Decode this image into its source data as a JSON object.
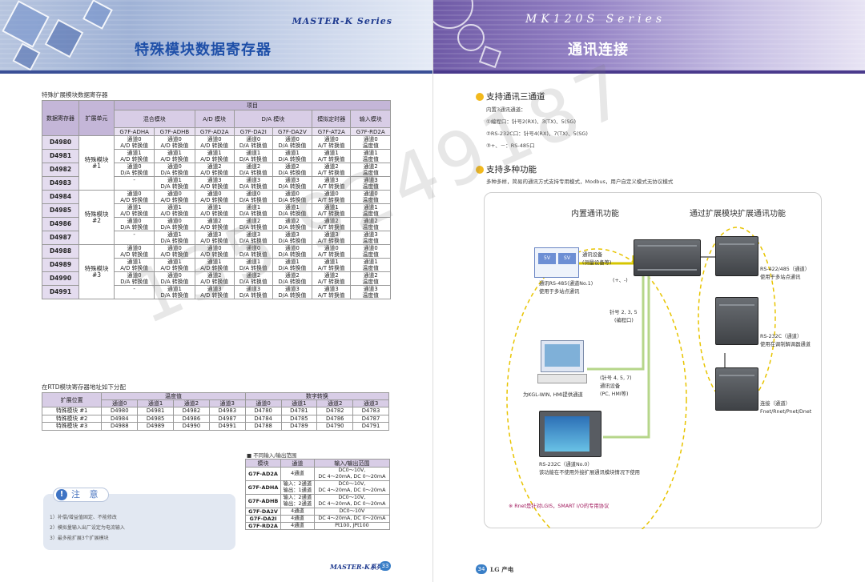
{
  "left": {
    "brand": "MASTER-K Series",
    "title": "特殊模块数据寄存器",
    "table1_caption": "特殊扩展模块数据寄存器",
    "table1": {
      "col_register": "数据寄存器",
      "col_unit": "扩展单元",
      "col_item": "项目",
      "groups": [
        "混合模块",
        "A/D 模块",
        "D/A 模块",
        "模拟定时器",
        "输入模块"
      ],
      "models": [
        "G7F-ADHA",
        "G7F-ADHB",
        "G7F-AD2A",
        "G7F-DA2I",
        "G7F-DA2V",
        "G7F-AT2A",
        "G7F-RD2A"
      ],
      "units": [
        "特殊模块\n#1",
        "特殊模块\n#2",
        "特殊模块\n#3"
      ],
      "rows": [
        {
          "reg": "D4980",
          "cells": [
            [
              "通道0",
              "A/D 转换值"
            ],
            [
              "通道0",
              "A/D 转换值"
            ],
            [
              "通道0",
              "A/D 转换值"
            ],
            [
              "通道0",
              "D/A 转换值"
            ],
            [
              "通道0",
              "D/A 转换值"
            ],
            [
              "通道0",
              "A/T 转换值"
            ],
            [
              "通道0",
              "温度值"
            ]
          ]
        },
        {
          "reg": "D4981",
          "cells": [
            [
              "通道1",
              "A/D 转换值"
            ],
            [
              "通道1",
              "A/D 转换值"
            ],
            [
              "通道1",
              "A/D 转换值"
            ],
            [
              "通道1",
              "D/A 转换值"
            ],
            [
              "通道1",
              "D/A 转换值"
            ],
            [
              "通道1",
              "A/T 转换值"
            ],
            [
              "通道1",
              "温度值"
            ]
          ]
        },
        {
          "reg": "D4982",
          "cells": [
            [
              "通道0",
              "D/A 转换值"
            ],
            [
              "通道0",
              "D/A 转换值"
            ],
            [
              "通道2",
              "A/D 转换值"
            ],
            [
              "通道2",
              "D/A 转换值"
            ],
            [
              "通道2",
              "D/A 转换值"
            ],
            [
              "通道2",
              "A/T 转换值"
            ],
            [
              "通道2",
              "温度值"
            ]
          ]
        },
        {
          "reg": "D4983",
          "cells": [
            [
              "-",
              ""
            ],
            [
              "通道1",
              "D/A 转换值"
            ],
            [
              "通道3",
              "A/D 转换值"
            ],
            [
              "通道3",
              "D/A 转换值"
            ],
            [
              "通道3",
              "D/A 转换值"
            ],
            [
              "通道3",
              "A/T 转换值"
            ],
            [
              "通道3",
              "温度值"
            ]
          ]
        },
        {
          "reg": "D4984",
          "cells": [
            [
              "通道0",
              "A/D 转换值"
            ],
            [
              "通道0",
              "A/D 转换值"
            ],
            [
              "通道0",
              "A/D 转换值"
            ],
            [
              "通道0",
              "D/A 转换值"
            ],
            [
              "通道0",
              "D/A 转换值"
            ],
            [
              "通道0",
              "A/T 转换值"
            ],
            [
              "通道0",
              "温度值"
            ]
          ]
        },
        {
          "reg": "D4985",
          "cells": [
            [
              "通道1",
              "A/D 转换值"
            ],
            [
              "通道1",
              "A/D 转换值"
            ],
            [
              "通道1",
              "A/D 转换值"
            ],
            [
              "通道1",
              "D/A 转换值"
            ],
            [
              "通道1",
              "D/A 转换值"
            ],
            [
              "通道1",
              "A/T 转换值"
            ],
            [
              "通道1",
              "温度值"
            ]
          ]
        },
        {
          "reg": "D4986",
          "cells": [
            [
              "通道0",
              "D/A 转换值"
            ],
            [
              "通道0",
              "D/A 转换值"
            ],
            [
              "通道2",
              "A/D 转换值"
            ],
            [
              "通道2",
              "D/A 转换值"
            ],
            [
              "通道2",
              "D/A 转换值"
            ],
            [
              "通道2",
              "A/T 转换值"
            ],
            [
              "通道2",
              "温度值"
            ]
          ]
        },
        {
          "reg": "D4987",
          "cells": [
            [
              "-",
              ""
            ],
            [
              "通道1",
              "D/A 转换值"
            ],
            [
              "通道3",
              "A/D 转换值"
            ],
            [
              "通道3",
              "D/A 转换值"
            ],
            [
              "通道3",
              "D/A 转换值"
            ],
            [
              "通道3",
              "A/T 转换值"
            ],
            [
              "通道3",
              "温度值"
            ]
          ]
        },
        {
          "reg": "D4988",
          "cells": [
            [
              "通道0",
              "A/D 转换值"
            ],
            [
              "通道0",
              "A/D 转换值"
            ],
            [
              "通道0",
              "A/D 转换值"
            ],
            [
              "通道0",
              "D/A 转换值"
            ],
            [
              "通道0",
              "D/A 转换值"
            ],
            [
              "通道0",
              "A/T 转换值"
            ],
            [
              "通道0",
              "温度值"
            ]
          ]
        },
        {
          "reg": "D4989",
          "cells": [
            [
              "通道1",
              "A/D 转换值"
            ],
            [
              "通道1",
              "A/D 转换值"
            ],
            [
              "通道1",
              "A/D 转换值"
            ],
            [
              "通道1",
              "D/A 转换值"
            ],
            [
              "通道1",
              "D/A 转换值"
            ],
            [
              "通道1",
              "A/T 转换值"
            ],
            [
              "通道1",
              "温度值"
            ]
          ]
        },
        {
          "reg": "D4990",
          "cells": [
            [
              "通道0",
              "D/A 转换值"
            ],
            [
              "通道0",
              "D/A 转换值"
            ],
            [
              "通道2",
              "A/D 转换值"
            ],
            [
              "通道2",
              "D/A 转换值"
            ],
            [
              "通道2",
              "D/A 转换值"
            ],
            [
              "通道2",
              "A/T 转换值"
            ],
            [
              "通道2",
              "温度值"
            ]
          ]
        },
        {
          "reg": "D4991",
          "cells": [
            [
              "-",
              ""
            ],
            [
              "通道1",
              "D/A 转换值"
            ],
            [
              "通道3",
              "A/D 转换值"
            ],
            [
              "通道3",
              "D/A 转换值"
            ],
            [
              "通道3",
              "D/A 转换值"
            ],
            [
              "通道3",
              "A/T 转换值"
            ],
            [
              "通道3",
              "温度值"
            ]
          ]
        }
      ]
    },
    "table2_caption": "在RTD模块寄存器地址如下分配",
    "table2": {
      "col_pos": "扩展位置",
      "group1": "温度值",
      "group2": "数字转换",
      "channels": [
        "通道0",
        "通道1",
        "通道2",
        "通道3",
        "通道0",
        "通道1",
        "通道2",
        "通道3"
      ],
      "rows": [
        {
          "pos": "特殊模块 #1",
          "vals": [
            "D4980",
            "D4981",
            "D4982",
            "D4983",
            "D4780",
            "D4781",
            "D4782",
            "D4783"
          ]
        },
        {
          "pos": "特殊模块 #2",
          "vals": [
            "D4984",
            "D4985",
            "D4986",
            "D4987",
            "D4784",
            "D4785",
            "D4786",
            "D4787"
          ]
        },
        {
          "pos": "特殊模块 #3",
          "vals": [
            "D4988",
            "D4989",
            "D4990",
            "D4991",
            "D4788",
            "D4789",
            "D4790",
            "D4791"
          ]
        }
      ]
    },
    "table3_caption": "■ 不同输入/输出范围",
    "table3": {
      "headers": [
        "模块",
        "通道",
        "输入/输出范围"
      ],
      "rows": [
        {
          "module": "G7F-AD2A",
          "ch": [
            "4通道"
          ],
          "range": [
            "DC0～10V,",
            "DC 4～20mA, DC 0～20mA"
          ]
        },
        {
          "module": "G7F-ADHA",
          "ch": [
            "输入：2通道",
            "输出：1通道"
          ],
          "range": [
            "DC0～10V,",
            "DC 4～20mA, DC 0～20mA"
          ]
        },
        {
          "module": "G7F-ADHB",
          "ch": [
            "输入：2通道",
            "输出：2通道"
          ],
          "range": [
            "DC0～10V,",
            "DC 4～20mA, DC 0～20mA"
          ]
        },
        {
          "module": "G7F-DA2V",
          "ch": [
            "4通道"
          ],
          "range": [
            "DC0～10V"
          ]
        },
        {
          "module": "G7F-DA2I",
          "ch": [
            "4通道"
          ],
          "range": [
            "DC 4～20mA, DC 0～20mA"
          ]
        },
        {
          "module": "G7F-RD2A",
          "ch": [
            "4通道"
          ],
          "range": [
            "Pt100, JPt100"
          ]
        }
      ]
    },
    "note": {
      "title": "注 意",
      "lines": [
        "1）补偿/增益值固定、不能修改",
        "2）模拟量输入出厂设定为电流输入",
        "3）最多能扩展3个扩展模块"
      ]
    },
    "footer_brand": "MASTER-K系列",
    "page_num": "33"
  },
  "right": {
    "series": "MK120S Series",
    "title": "通讯连接",
    "sec1_title": "支持通讯三通道",
    "sec1_lines": [
      "内置3通讯通道：",
      "①编程口：针号2(RX)、3(TX)、5(SG)",
      "②RS-232C口：针号4(RX)、7(TX)、5(SG)",
      "③+、－：RS-485口"
    ],
    "sec2_title": "支持多种功能",
    "sec2_line": "多种多样，简易的通讯方式支持专用模式，Modbus，用户自定义模式无协议模式",
    "diagram": {
      "head_left": "内置通讯功能",
      "head_right": "通过扩展模块扩展通讯功能",
      "comm_device": [
        "通讯设备",
        "(测量设备等)"
      ],
      "rs485": [
        "通讯RS-485(通道No.1)",
        "使用于多站点通讯"
      ],
      "pm": "(+、-)",
      "pin235": [
        "针号 2, 3, 5",
        "(编程口)"
      ],
      "pin457": [
        "(针号 4, 5, 7)",
        "通讯设备",
        "(PC, HMI等)"
      ],
      "kgl": "为KGL-WIN, HMI提供通道",
      "rs232_left": [
        "RS-232C（通道No.0）",
        "该功能在不使用外接扩展通讯模块情况下使用"
      ],
      "rs422": [
        "RS-422/485（通道）",
        "使用于多站点通讯"
      ],
      "rs232_right": [
        "RS-232C（通道）",
        "使用在调制解调器通道"
      ],
      "fnet": [
        "连接（通道）",
        "Fnet/Rnet/Pnet/Dnet"
      ],
      "footnote": "※ Rnet是针对LGIS，SMART I/O的专用协议",
      "dev_5v": "5V",
      "dev_sv": "SV"
    },
    "footer_brand": "LG 产电",
    "page_num": "34"
  },
  "watermark": "135 9249187"
}
